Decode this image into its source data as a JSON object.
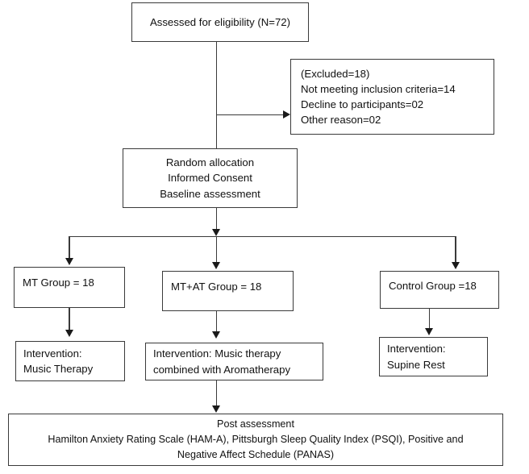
{
  "diagram": {
    "title": "CONSORT participant flow diagram",
    "accent_color": "#3a3a3a",
    "background": "#ffffff",
    "nodes": {
      "assessed": {
        "name": "assessed-for-eligibility",
        "lines": [
          "Assessed for eligibility (N=72)"
        ]
      },
      "excluded": {
        "name": "excluded",
        "lines": [
          "(Excluded=18)",
          "Not meeting inclusion criteria=14",
          "Decline to participants=02",
          "Other reason=02"
        ]
      },
      "randomization": {
        "name": "random-allocation",
        "lines": [
          "Random allocation",
          "Informed Consent",
          "Baseline assessment"
        ]
      },
      "group_mt": {
        "name": "mt-group",
        "lines": [
          "MT Group = 18"
        ]
      },
      "group_mtat": {
        "name": "mt-at-group",
        "lines": [
          "MT+AT Group = 18"
        ]
      },
      "group_control": {
        "name": "control-group",
        "lines": [
          "Control Group =18"
        ]
      },
      "intervention_mt": {
        "name": "intervention-music-therapy",
        "lines": [
          "Intervention:",
          "Music Therapy"
        ]
      },
      "intervention_mtat": {
        "name": "intervention-music-aromatherapy",
        "lines": [
          "Intervention: Music therapy",
          "combined with Aromatherapy"
        ]
      },
      "intervention_control": {
        "name": "intervention-supine-rest",
        "lines": [
          "Intervention:",
          "Supine Rest"
        ]
      },
      "post_assessment": {
        "name": "post-assessment",
        "lines": [
          "Post assessment",
          "Hamilton Anxiety Rating Scale (HAM-A), Pittsburgh Sleep Quality Index (PSQI), Positive and",
          "Negative Affect Schedule (PANAS)"
        ]
      }
    },
    "connectors": [
      {
        "name": "assessed-to-random",
        "kind": "vertical-arrow"
      },
      {
        "name": "assessed-to-excluded",
        "kind": "horizontal-arrow"
      },
      {
        "name": "random-to-split",
        "kind": "vertical-arrow"
      },
      {
        "name": "split-bus",
        "kind": "horizontal-bus"
      },
      {
        "name": "split-to-mt-group",
        "kind": "vertical-arrow"
      },
      {
        "name": "split-to-mtat-group",
        "kind": "vertical-arrow"
      },
      {
        "name": "split-to-control-group",
        "kind": "vertical-arrow"
      },
      {
        "name": "mt-group-to-intervention",
        "kind": "vertical-arrow"
      },
      {
        "name": "mtat-group-to-intervention",
        "kind": "vertical-arrow"
      },
      {
        "name": "control-group-to-intervention",
        "kind": "vertical-arrow"
      },
      {
        "name": "intervention-to-post-assessment",
        "kind": "vertical-arrow"
      }
    ]
  }
}
